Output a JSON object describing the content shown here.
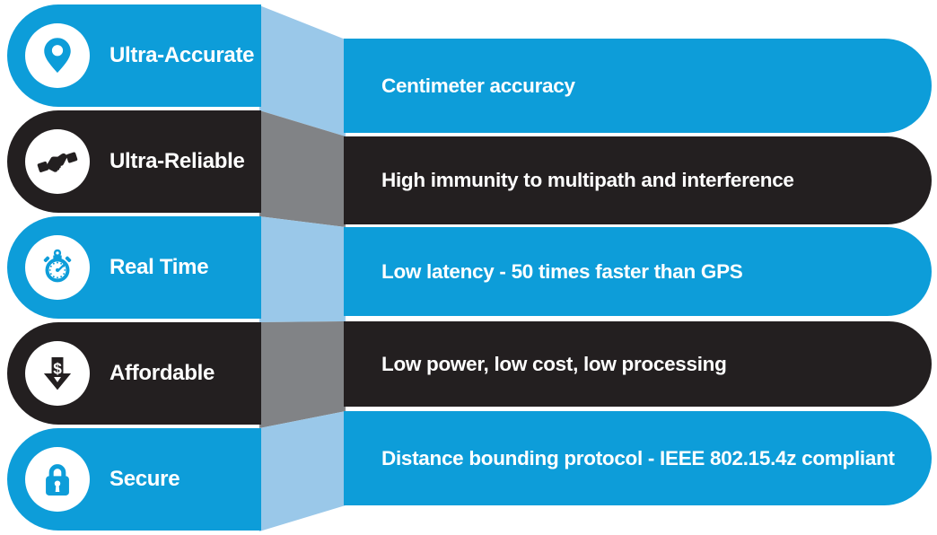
{
  "title": "UWB key benefits infographic",
  "colors": {
    "blue": "#0d9dd9",
    "dark": "#231f20",
    "connector_blue": "#9ac8e9",
    "connector_gray": "#818386",
    "text": "#ffffff"
  },
  "rows": [
    {
      "label": "Ultra-Accurate",
      "description": "Centimeter accuracy",
      "icon": "location-pin-icon",
      "theme": "blue"
    },
    {
      "label": "Ultra-Reliable",
      "description": "High immunity to multipath and interference",
      "icon": "handshake-icon",
      "theme": "dark"
    },
    {
      "label": "Real Time",
      "description": "Low latency - 50 times faster than GPS",
      "icon": "stopwatch-icon",
      "theme": "blue"
    },
    {
      "label": "Affordable",
      "description": "Low power, low cost, low processing",
      "icon": "dollar-down-arrow-icon",
      "theme": "dark"
    },
    {
      "label": "Secure",
      "description": "Distance bounding protocol - IEEE 802.15.4z compliant",
      "icon": "padlock-icon",
      "theme": "blue"
    }
  ]
}
